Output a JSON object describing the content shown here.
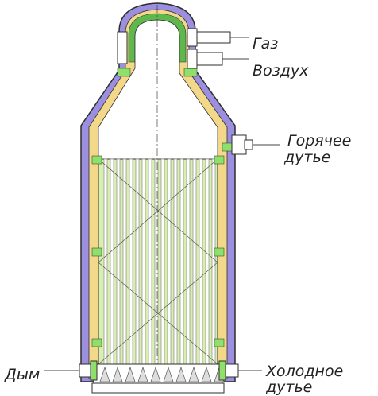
{
  "labels": {
    "gas": "Газ",
    "air": "Воздух",
    "hot_blast_line1": "Горячее",
    "hot_blast_line2": "дутье",
    "smoke": "Дым",
    "cold_blast_line1": "Холодное",
    "cold_blast_line2": "дутье"
  },
  "colors": {
    "outline": "#2e2e2e",
    "shell": "#9d8fe0",
    "lining": "#f3d88a",
    "checker": "#d9efb0",
    "refractory": "#8ee06a",
    "dome_outer": "#5fb84d",
    "tube": "#ffffff"
  }
}
